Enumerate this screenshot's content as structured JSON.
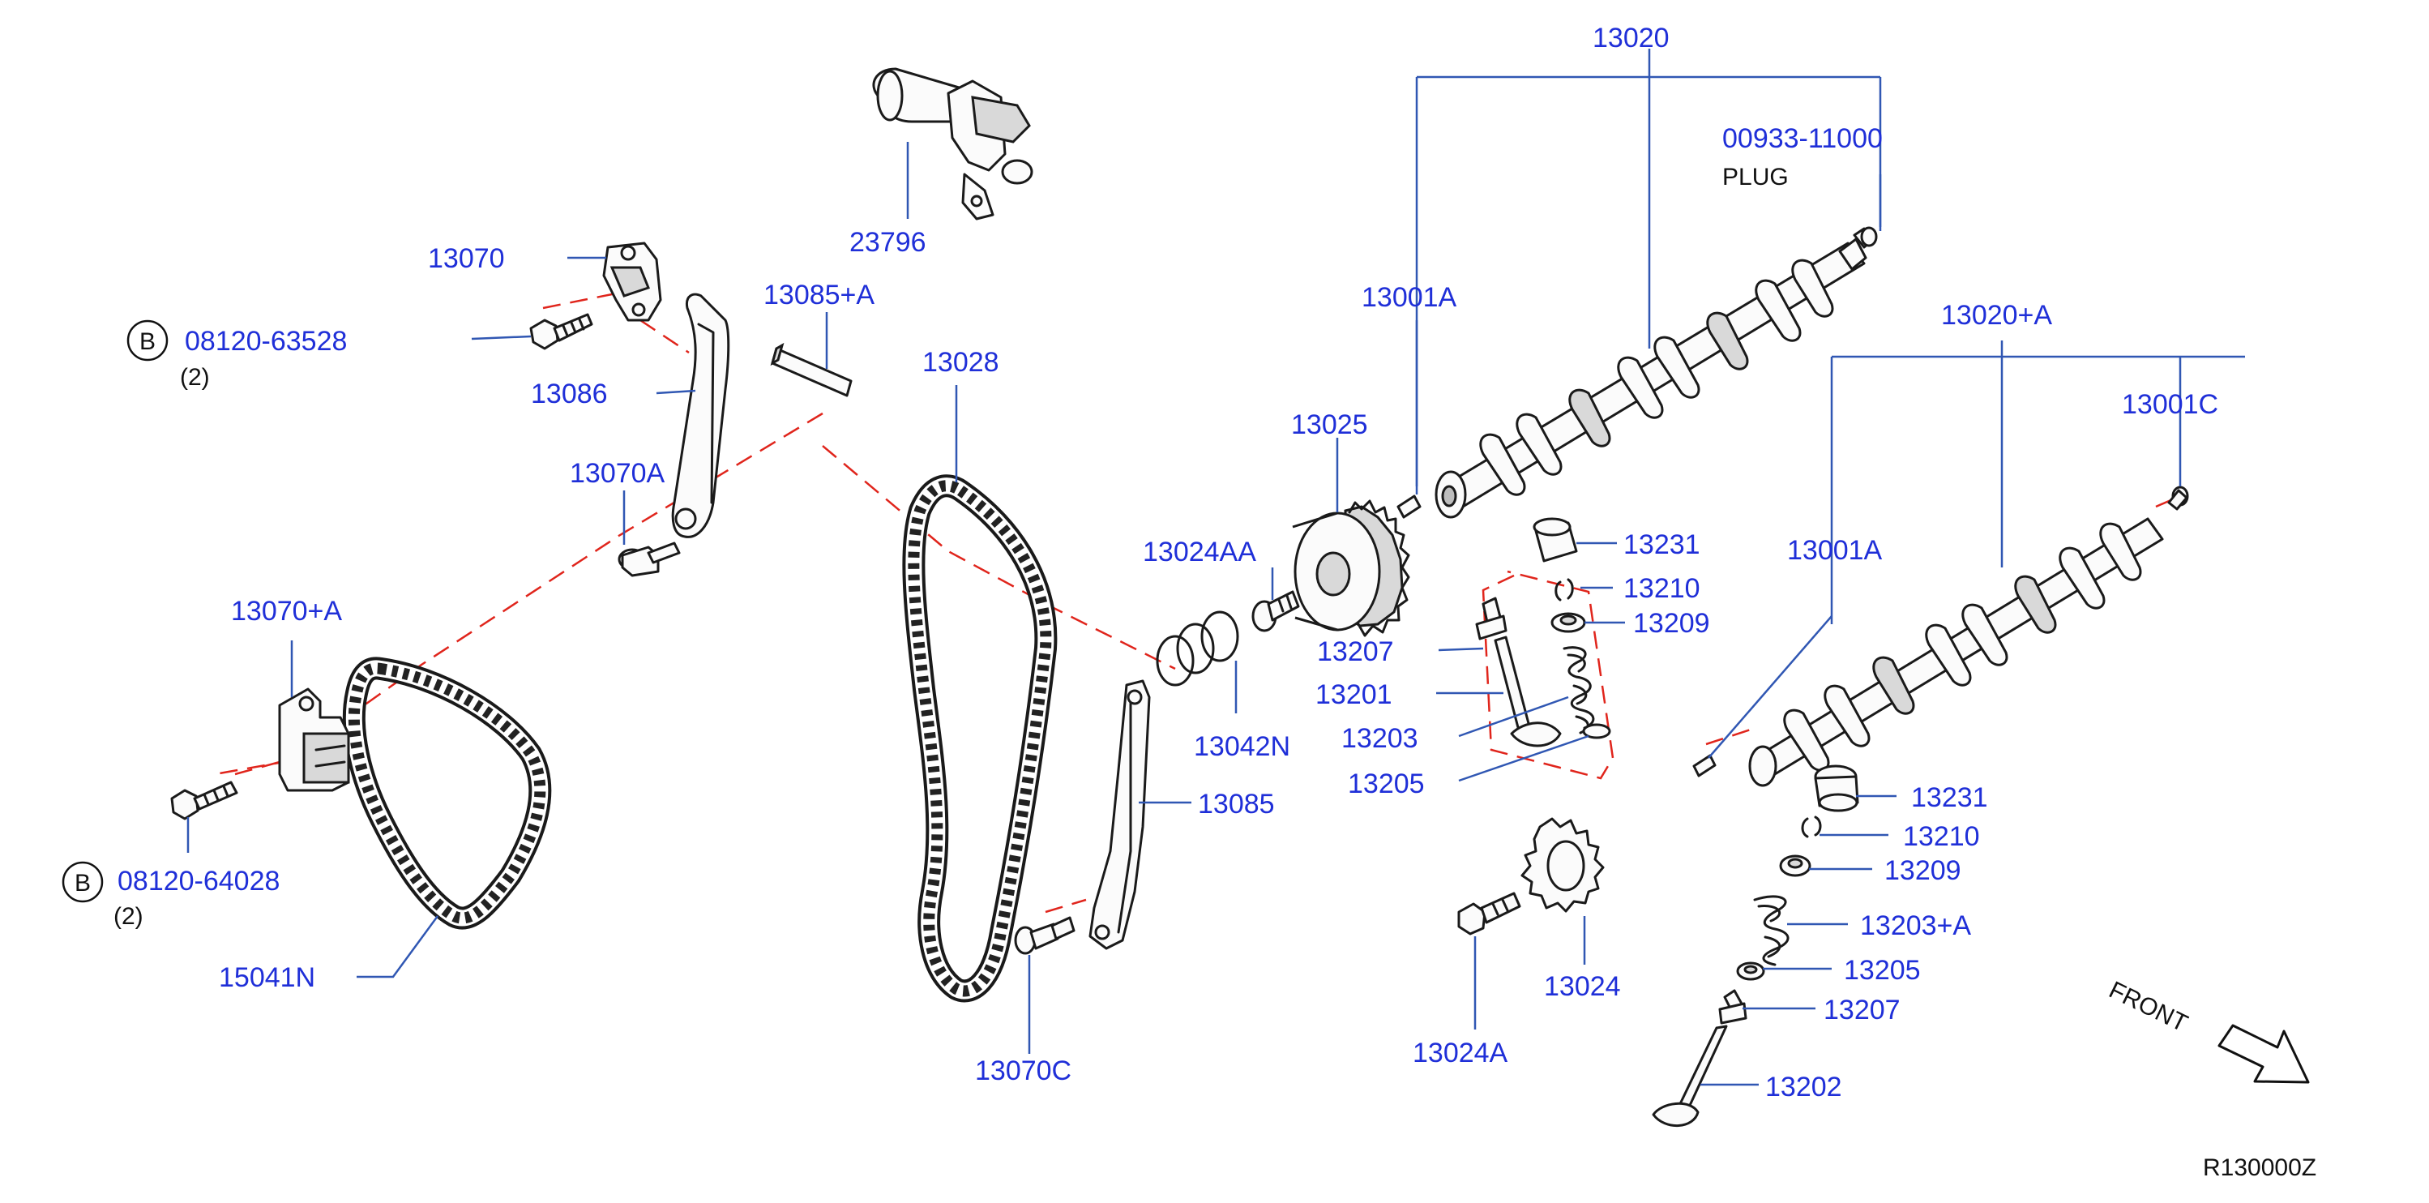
{
  "colors": {
    "label_blue": "#1f2fd8",
    "leader_blue": "#3057b3",
    "hidden_line_red": "#e0251c",
    "ink": "#1a1a1a",
    "note_black": "#111111",
    "background": "#ffffff"
  },
  "callouts": {
    "c13020": "13020",
    "c00933": "00933-11000",
    "c23796": "23796",
    "c13070": "13070",
    "c13085A": "13085+A",
    "c08120_63528": "08120-63528",
    "c13086": "13086",
    "c13028": "13028",
    "c13001A_upper": "13001A",
    "c13020A": "13020+A",
    "c13025": "13025",
    "c13001C": "13001C",
    "c13070A": "13070A",
    "c13024AA": "13024AA",
    "c13231_upper": "13231",
    "c13001A_lower": "13001A",
    "c13210_upper": "13210",
    "c13070A_plus": "13070+A",
    "c13209_upper": "13209",
    "c13207_upper": "13207",
    "c13201": "13201",
    "c13042N": "13042N",
    "c13203": "13203",
    "c13205_upper": "13205",
    "c13085": "13085",
    "c13231_lower": "13231",
    "c13210_lower": "13210",
    "c08120_64028": "08120-64028",
    "c13209_lower": "13209",
    "c13203A": "13203+A",
    "c15041N": "15041N",
    "c13205_lower": "13205",
    "c13024": "13024",
    "c13207_lower": "13207",
    "c13070C": "13070C",
    "c13024A": "13024A",
    "c13202": "13202"
  },
  "notes": {
    "plug": "PLUG",
    "qty_upper": "(2)",
    "qty_lower": "(2)",
    "bolt_mark_upper": "B",
    "bolt_mark_lower": "B",
    "front": "FRONT",
    "diagram_code": "R130000Z"
  }
}
